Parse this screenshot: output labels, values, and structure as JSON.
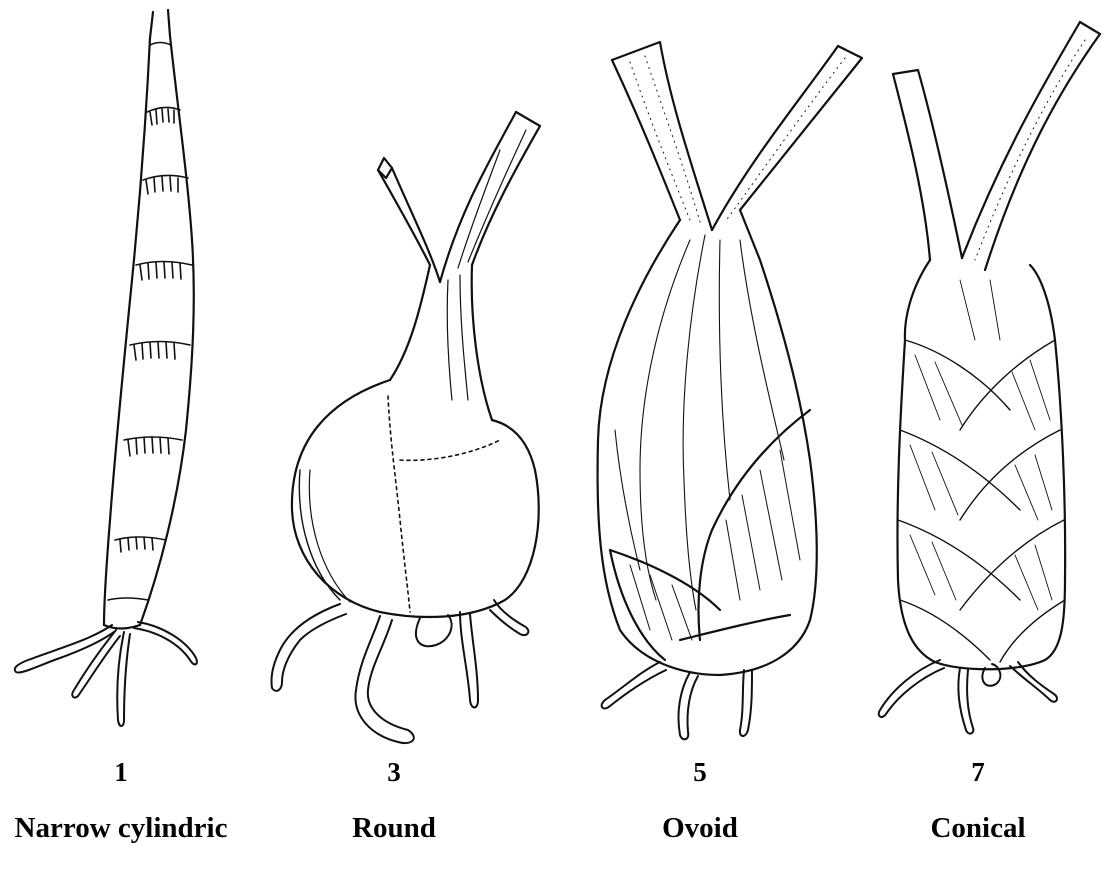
{
  "figure": {
    "items": [
      {
        "number": "1",
        "label": "Narrow cylindric"
      },
      {
        "number": "3",
        "label": "Round"
      },
      {
        "number": "5",
        "label": "Ovoid"
      },
      {
        "number": "7",
        "label": "Conical"
      }
    ]
  }
}
